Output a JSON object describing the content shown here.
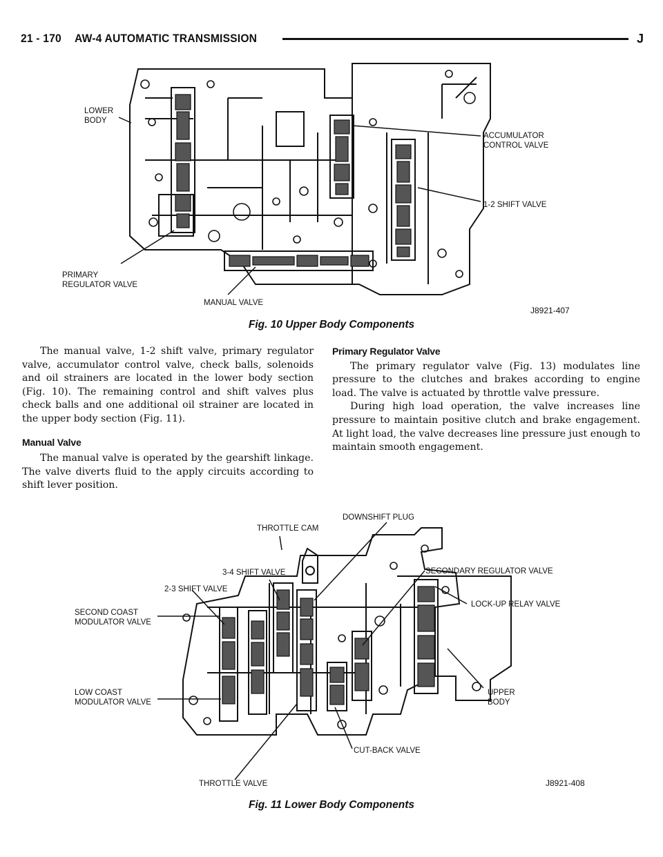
{
  "header": {
    "page_number": "21 - 170",
    "title": "AW-4 AUTOMATIC TRANSMISSION",
    "letter": "J"
  },
  "figure10": {
    "caption": "Fig. 10 Upper Body Components",
    "code": "J8921-407",
    "labels": {
      "lower_body_1": "LOWER",
      "lower_body_2": "BODY",
      "accumulator_1": "ACCUMULATOR",
      "accumulator_2": "CONTROL VALVE",
      "shift12": "1-2 SHIFT VALVE",
      "primary_1": "PRIMARY",
      "primary_2": "REGULATOR VALVE",
      "manual": "MANUAL VALVE"
    }
  },
  "left_column": {
    "intro": "The manual valve, 1-2 shift valve, primary regulator valve, accumulator control valve, check balls, solenoids and oil strainers are located in the lower body section (Fig. 10). The remaining control and shift valves plus check balls and one additional oil strainer are located in the upper body section (Fig. 11).",
    "manual_heading": "Manual Valve",
    "manual_text": "The manual valve is operated by the gearshift linkage. The valve diverts fluid to the apply circuits according to shift lever position."
  },
  "right_column": {
    "primary_heading": "Primary Regulator Valve",
    "primary_text_1": "The primary regulator valve (Fig. 13) modulates line pressure to the clutches and brakes according to engine load. The valve is actuated by throttle valve pressure.",
    "primary_text_2": "During high load operation, the valve increases line pressure to maintain positive clutch and brake engagement. At light load, the valve decreases line pressure just enough to maintain smooth engagement."
  },
  "figure11": {
    "caption": "Fig. 11 Lower Body Components",
    "code": "J8921-408",
    "labels": {
      "throttle_cam": "THROTTLE CAM",
      "downshift_plug": "DOWNSHIFT PLUG",
      "shift34": "3-4 SHIFT VALVE",
      "secondary_reg": "SECONDARY REGULATOR VALVE",
      "shift23": "2-3 SHIFT VALVE",
      "lockup": "LOCK-UP RELAY VALVE",
      "second_coast_1": "SECOND COAST",
      "second_coast_2": "MODULATOR VALVE",
      "low_coast_1": "LOW COAST",
      "low_coast_2": "MODULATOR VALVE",
      "upper_body_1": "UPPER",
      "upper_body_2": "BODY",
      "cutback": "CUT-BACK VALVE",
      "throttle_valve": "THROTTLE VALVE"
    }
  }
}
